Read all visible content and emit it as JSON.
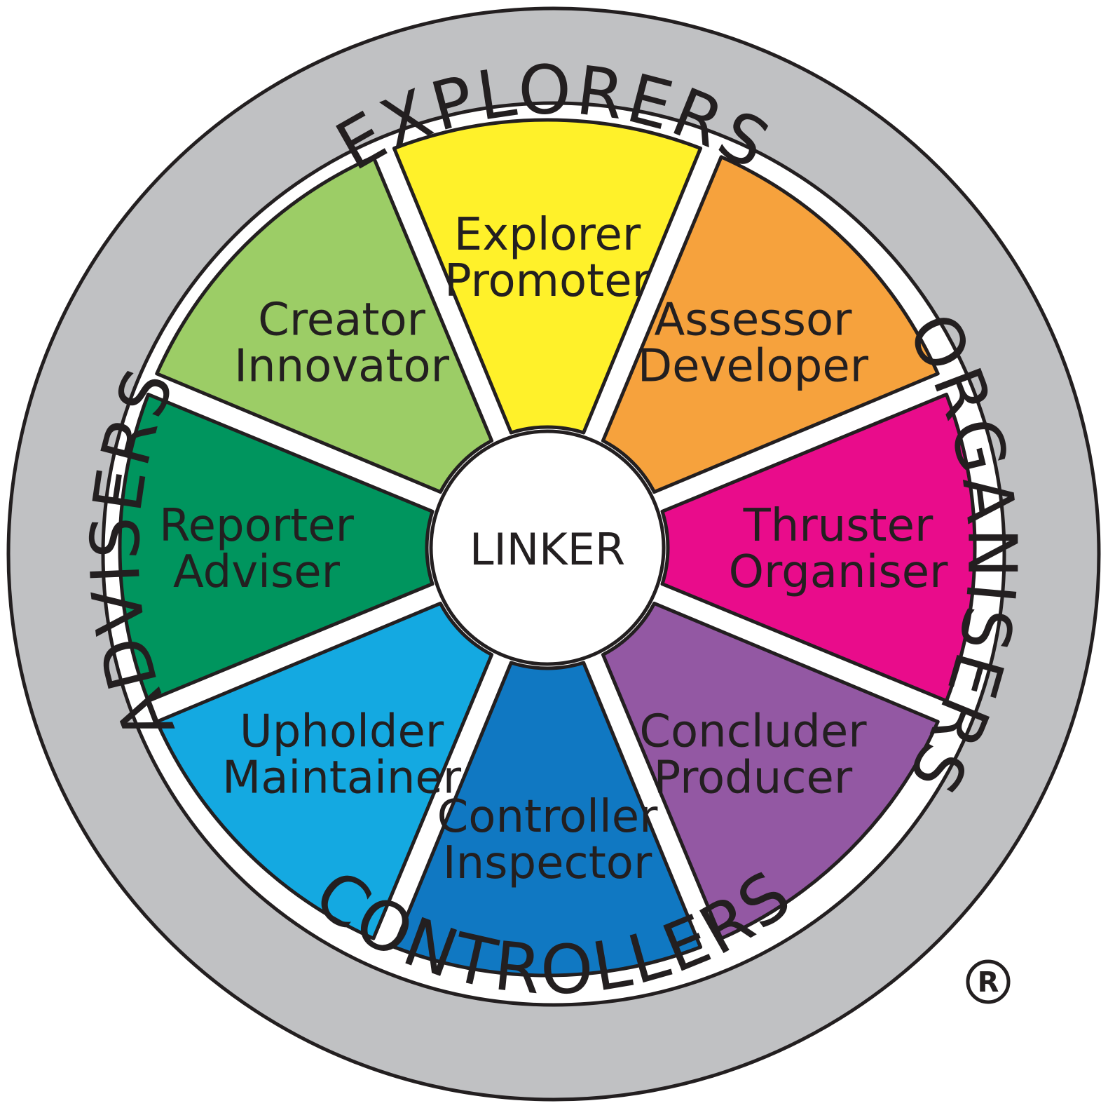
{
  "ring_labels": {
    "top": "EXPLORERS",
    "right": "ORGANISERS",
    "bottom": "CONTROLLERS",
    "left": "ADVISERS"
  },
  "center_label": "LINKER",
  "segments": [
    {
      "line1": "Explorer",
      "line2": "Promoter",
      "color": "#fff12a",
      "icon": "segment-explorer-promoter"
    },
    {
      "line1": "Assessor",
      "line2": "Developer",
      "color": "#f6a23d",
      "icon": "segment-assessor-developer"
    },
    {
      "line1": "Thruster",
      "line2": "Organiser",
      "color": "#e90c8b",
      "icon": "segment-thruster-organiser"
    },
    {
      "line1": "Concluder",
      "line2": "Producer",
      "color": "#9358a3",
      "icon": "segment-concluder-producer"
    },
    {
      "line1": "Controller",
      "line2": "Inspector",
      "color": "#1078c2",
      "icon": "segment-controller-inspector"
    },
    {
      "line1": "Upholder",
      "line2": "Maintainer",
      "color": "#14a9e1",
      "icon": "segment-upholder-maintainer"
    },
    {
      "line1": "Reporter",
      "line2": "Adviser",
      "color": "#00955e",
      "icon": "segment-reporter-adviser"
    },
    {
      "line1": "Creator",
      "line2": "Innovator",
      "color": "#9ccd66",
      "icon": "segment-creator-innovator"
    }
  ],
  "registered_mark": "R",
  "colors": {
    "outer_ring": "#c0c1c3",
    "outline": "#231f20",
    "gap": "#ffffff"
  }
}
